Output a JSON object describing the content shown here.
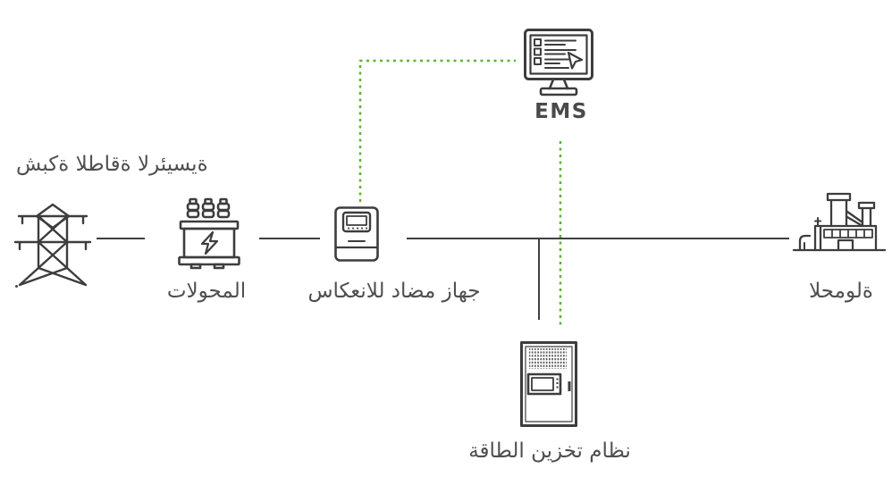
{
  "nodes": {
    "power_grid": {
      "label": "ةيسيئرلا ةقاطلا ةكبش",
      "icon": "transmission-tower-icon"
    },
    "transformers": {
      "label": "المحولات",
      "icon": "transformer-icon"
    },
    "anti_backflow_device": {
      "label": "جهاز مضاد للانعكاس",
      "icon": "inverter-icon"
    },
    "ems": {
      "label": "EMS",
      "icon": "monitor-icon"
    },
    "energy_storage": {
      "label": "نظام تخزين الطاقة",
      "icon": "battery-cabinet-icon"
    },
    "load": {
      "label": "ةلومحلا",
      "icon": "factory-icon"
    }
  },
  "stray_dot": ".",
  "connections": [
    {
      "from": "power_grid",
      "to": "transformers",
      "style": "solid"
    },
    {
      "from": "transformers",
      "to": "anti_backflow_device",
      "style": "solid"
    },
    {
      "from": "anti_backflow_device",
      "to": "load",
      "style": "solid"
    },
    {
      "from": "main_bus",
      "to": "energy_storage",
      "style": "solid"
    },
    {
      "from": "anti_backflow_device",
      "to": "ems",
      "style": "dashed-green"
    },
    {
      "from": "ems",
      "to": "energy_storage",
      "style": "dashed-green"
    }
  ],
  "colors": {
    "background": "#ffffff",
    "connector": "#3f3f3f",
    "icon_stroke": "#3d3d3d",
    "label_text": "#4f4f4f",
    "ems_text": "#4a4a4a",
    "green_dashed": "#5cb431"
  }
}
